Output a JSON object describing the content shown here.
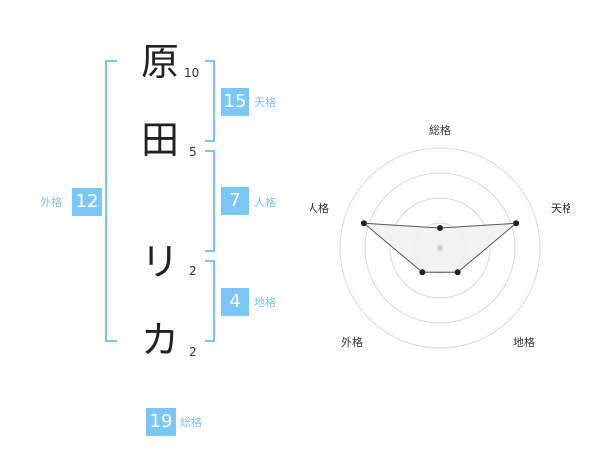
{
  "name": {
    "chars": [
      {
        "char": "原",
        "strokes": "10"
      },
      {
        "char": "田",
        "strokes": "5"
      },
      {
        "char": "リ",
        "strokes": "2"
      },
      {
        "char": "カ",
        "strokes": "2"
      }
    ]
  },
  "fortunes": {
    "tenkaku": {
      "value": "15",
      "label": "天格"
    },
    "jinkaku": {
      "value": "7",
      "label": "人格"
    },
    "chikaku": {
      "value": "4",
      "label": "地格"
    },
    "gaikaku": {
      "value": "12",
      "label": "外格"
    },
    "soukaku": {
      "value": "19",
      "label": "総格"
    }
  },
  "radar": {
    "axes": [
      "総格",
      "天格",
      "地格",
      "外格",
      "人格"
    ],
    "levels": 4,
    "values": [
      1,
      4,
      1.5,
      1.5,
      4
    ],
    "max": 5,
    "colors": {
      "grid": "#d9d9d9",
      "fill": "#f0f0f0",
      "line": "#555555",
      "point": "#222222",
      "center": "#cccccc"
    }
  }
}
